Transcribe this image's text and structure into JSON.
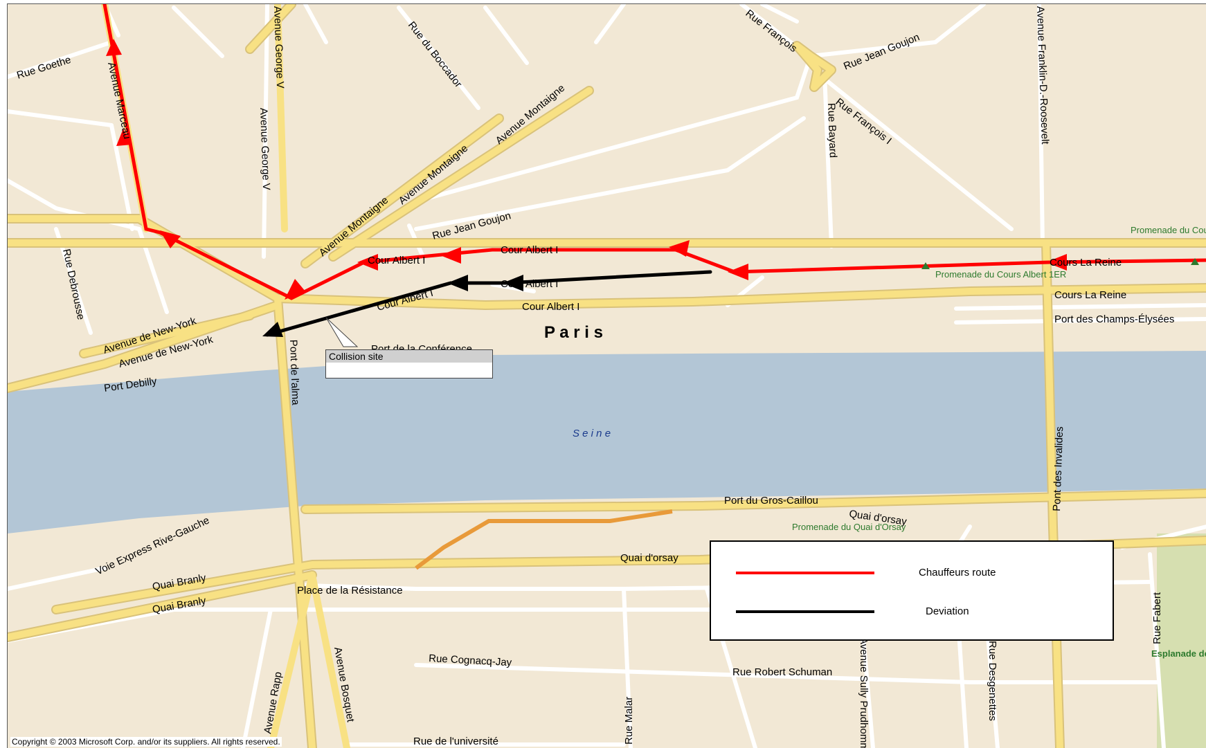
{
  "map": {
    "city_label": "P a r i s",
    "river_label": "S e i n e",
    "streets": {
      "rue_goethe": "Rue Goethe",
      "avenue_marceau": "Avenue Marceau",
      "avenue_george_v": "Avenue George V",
      "avenue_george_v_2": "Avenue George V",
      "rue_du_boccador": "Rue du Boccador",
      "avenue_montaigne_1": "Avenue Montaigne",
      "avenue_montaigne_2": "Avenue Montaigne",
      "avenue_montaigne_3": "Avenue Montaigne",
      "rue_jean_goujon_1": "Rue Jean Goujon",
      "rue_jean_goujon_2": "Rue Jean Goujon",
      "rue_francois_1": "Rue François",
      "rue_francois_2": "Rue François I",
      "rue_bayard": "Rue Bayard",
      "avenue_franklin": "Avenue Franklin-D.-Roosevelt",
      "rue_debrousse": "Rue Debrousse",
      "avenue_de_new_york_1": "Avenue de New-York",
      "avenue_de_new_york_2": "Avenue de New-York",
      "port_debilly": "Port Debilly",
      "cour_albert_1": "Cour Albert I",
      "cour_albert_2": "Cour Albert I",
      "cour_albert_3": "Cour Albert I",
      "cour_albert_4": "Cour Albert I",
      "cour_albert_5": "Cour Albert I",
      "cours_la_reine_1": "Cours La Reine",
      "cours_la_reine_2": "Cours La Reine",
      "port_des_champs": "Port des Champs-Élysées",
      "pont_de_lalma": "Pont de l'alma",
      "pont_des_invalides": "Pont des Invalides",
      "port_du_gros_caillou": "Port du Gros-Caillou",
      "quai_dorsay_1": "Quai d'orsay",
      "quai_dorsay_2": "Quai d'orsay",
      "voie_express": "Voie Express Rive-Gauche",
      "quai_branly_1": "Quai Branly",
      "quai_branly_2": "Quai Branly",
      "place_de_la_resistance": "Place de la Résistance",
      "rue_cognacq_jay": "Rue Cognacq-Jay",
      "rue_robert_schuman": "Rue Robert Schuman",
      "avenue_rapp": "Avenue Rapp",
      "avenue_bosquet": "Avenue Bosquet",
      "rue_malar": "Rue Malar",
      "rue_de_luniversite": "Rue de l'université",
      "rue_fabert": "Rue Fabert",
      "prudhomme": "Avenue Sully Prudhomme",
      "desgenettes": "Rue Desgenettes",
      "conference": "Port de la Conférence",
      "esplanade": "Esplanade des Invalides"
    },
    "parks": {
      "promenade_cours_la_reine": "Promenade du Cours la Reine",
      "promenade_cours_albert": "Promenade du Cours Albert 1ER",
      "promenade_quai_dorsay": "Promenade du Quai d'Orsay"
    },
    "callout": {
      "title": "Collision site"
    },
    "legend": {
      "items": [
        {
          "label": "Chauffeurs route",
          "color": "#ff0000"
        },
        {
          "label": "Deviation",
          "color": "#000000"
        }
      ]
    },
    "colors": {
      "land": "#f2e8d5",
      "river": "#b3c6d6",
      "major_road": "#f8e184",
      "minor_road": "#ffffff",
      "route": "#ff0000",
      "deviation": "#000000",
      "park": "#2d7a2d"
    },
    "copyright": "Copyright © 2003 Microsoft Corp. and/or its suppliers. All rights reserved."
  }
}
